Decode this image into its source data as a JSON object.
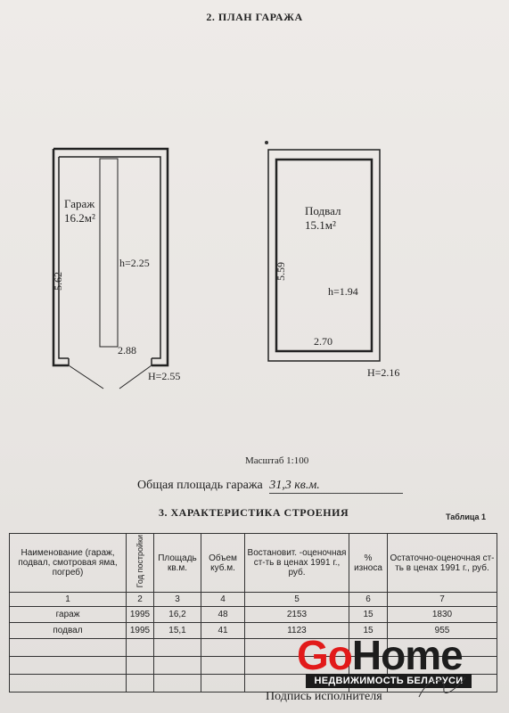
{
  "plan": {
    "heading": "2. ПЛАН ГАРАЖА",
    "garage": {
      "label": "Гараж",
      "area": "16.2м²",
      "length": "5.62",
      "pit_height": "h=2.25",
      "width": "2.88",
      "height": "H=2.55"
    },
    "cellar": {
      "label": "Подвал",
      "area": "15.1м²",
      "length": "5.59",
      "inner_height": "h=1.94",
      "width": "2.70",
      "height": "H=2.16"
    },
    "scale": "Масштаб 1:100",
    "total_area_label": "Общая площадь гаража",
    "total_area_value": "31,3 кв.м."
  },
  "characteristics": {
    "heading": "3. ХАРАКТЕРИСТИКА СТРОЕНИЯ",
    "table_label": "Таблица 1",
    "headers": {
      "name": "Наименование (гараж, подвал, смотровая яма, погреб)",
      "year": "Год постройки",
      "area": "Площадь кв.м.",
      "volume": "Объем куб.м.",
      "restore_cost": "Востановит. -оценочная ст-ть в ценах 1991 г., руб.",
      "wear": "% износа",
      "residual_cost": "Остаточно-оценочная ст-ть в ценах 1991 г., руб."
    },
    "col_numbers": [
      "1",
      "2",
      "3",
      "4",
      "5",
      "6",
      "7"
    ],
    "rows": [
      {
        "name": "гараж",
        "year": "1995",
        "area": "16,2",
        "volume": "48",
        "restore_cost": "2153",
        "wear": "15",
        "residual_cost": "1830"
      },
      {
        "name": "подвал",
        "year": "1995",
        "area": "15,1",
        "volume": "41",
        "restore_cost": "1123",
        "wear": "15",
        "residual_cost": "955"
      }
    ],
    "signature_label": "Подпись исполнителя"
  },
  "watermark": {
    "brand_go": "Go",
    "brand_home": "Home",
    "subtitle": "НЕДВИЖИМОСТЬ БЕЛАРУСИ"
  }
}
